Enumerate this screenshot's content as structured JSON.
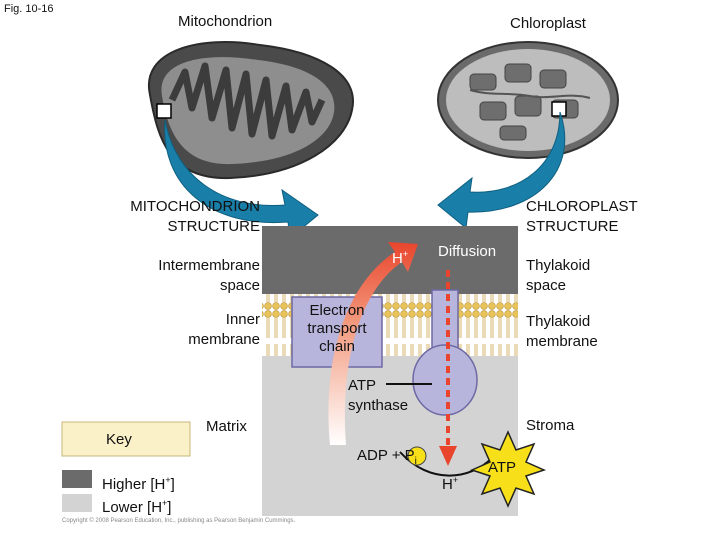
{
  "figure_id": "Fig. 10-16",
  "titles": {
    "mitochondrion": "Mitochondrion",
    "chloroplast": "Chloroplast"
  },
  "structure_labels": {
    "mito_line1": "MITOCHONDRION",
    "mito_line2": "STRUCTURE",
    "chloro_line1": "CHLOROPLAST",
    "chloro_line2": "STRUCTURE"
  },
  "left_labels": {
    "intermembrane_1": "Intermembrane",
    "intermembrane_2": "space",
    "inner_1": "Inner",
    "inner_2": "membrane",
    "matrix": "Matrix"
  },
  "right_labels": {
    "thylakoid_space_1": "Thylakoid",
    "thylakoid_space_2": "space",
    "thylakoid_membrane_1": "Thylakoid",
    "thylakoid_membrane_2": "membrane",
    "stroma": "Stroma"
  },
  "center_labels": {
    "h_top": "H",
    "h_top_sup": "+",
    "diffusion": "Diffusion",
    "etc_1": "Electron",
    "etc_2": "transport",
    "etc_3": "chain",
    "atp_synthase_1": "ATP",
    "atp_synthase_2": "synthase",
    "adp_pi": "ADP + P",
    "pi_sub": "i",
    "h_bottom": "H",
    "h_bottom_sup": "+",
    "atp": "ATP"
  },
  "key": {
    "title": "Key",
    "higher_label": "Higher [H",
    "higher_sup": "+",
    "higher_close": "]",
    "lower_label": "Lower [H",
    "lower_sup": "+",
    "lower_close": "]"
  },
  "copyright": "Copyright © 2008 Pearson Education, Inc., publishing as Pearson Benjamin Cummings.",
  "colors": {
    "higher_h": "#6b6b6b",
    "lower_h": "#d3d3d3",
    "key_box": "#fbf1c8",
    "etc_box": "#b8b5dc",
    "arrow_teal": "#1a7fa8",
    "proton_arrow": "#e8452c",
    "atp_star": "#f7e01a",
    "lipid_head": "#e7c35a"
  }
}
